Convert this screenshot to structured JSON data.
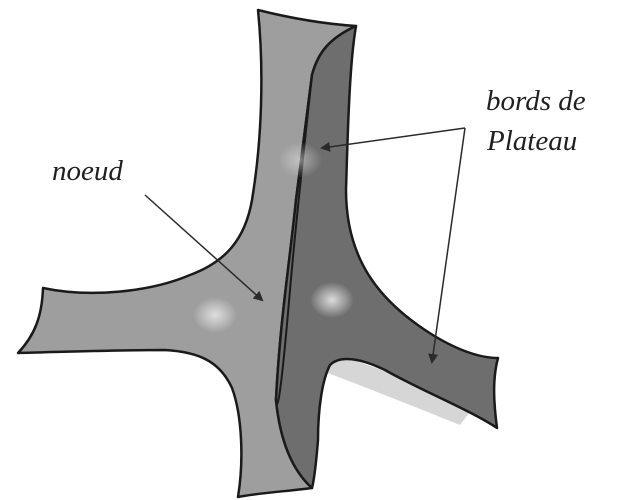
{
  "labels": {
    "node": "noeud",
    "plateau_line1": "bords de",
    "plateau_line2": "Plateau"
  },
  "colors": {
    "light_film": "#9e9e9e",
    "dark_film": "#6e6e6e",
    "outline": "#1a1a1a",
    "highlight": "#d0d0d0",
    "background": "#ffffff"
  }
}
